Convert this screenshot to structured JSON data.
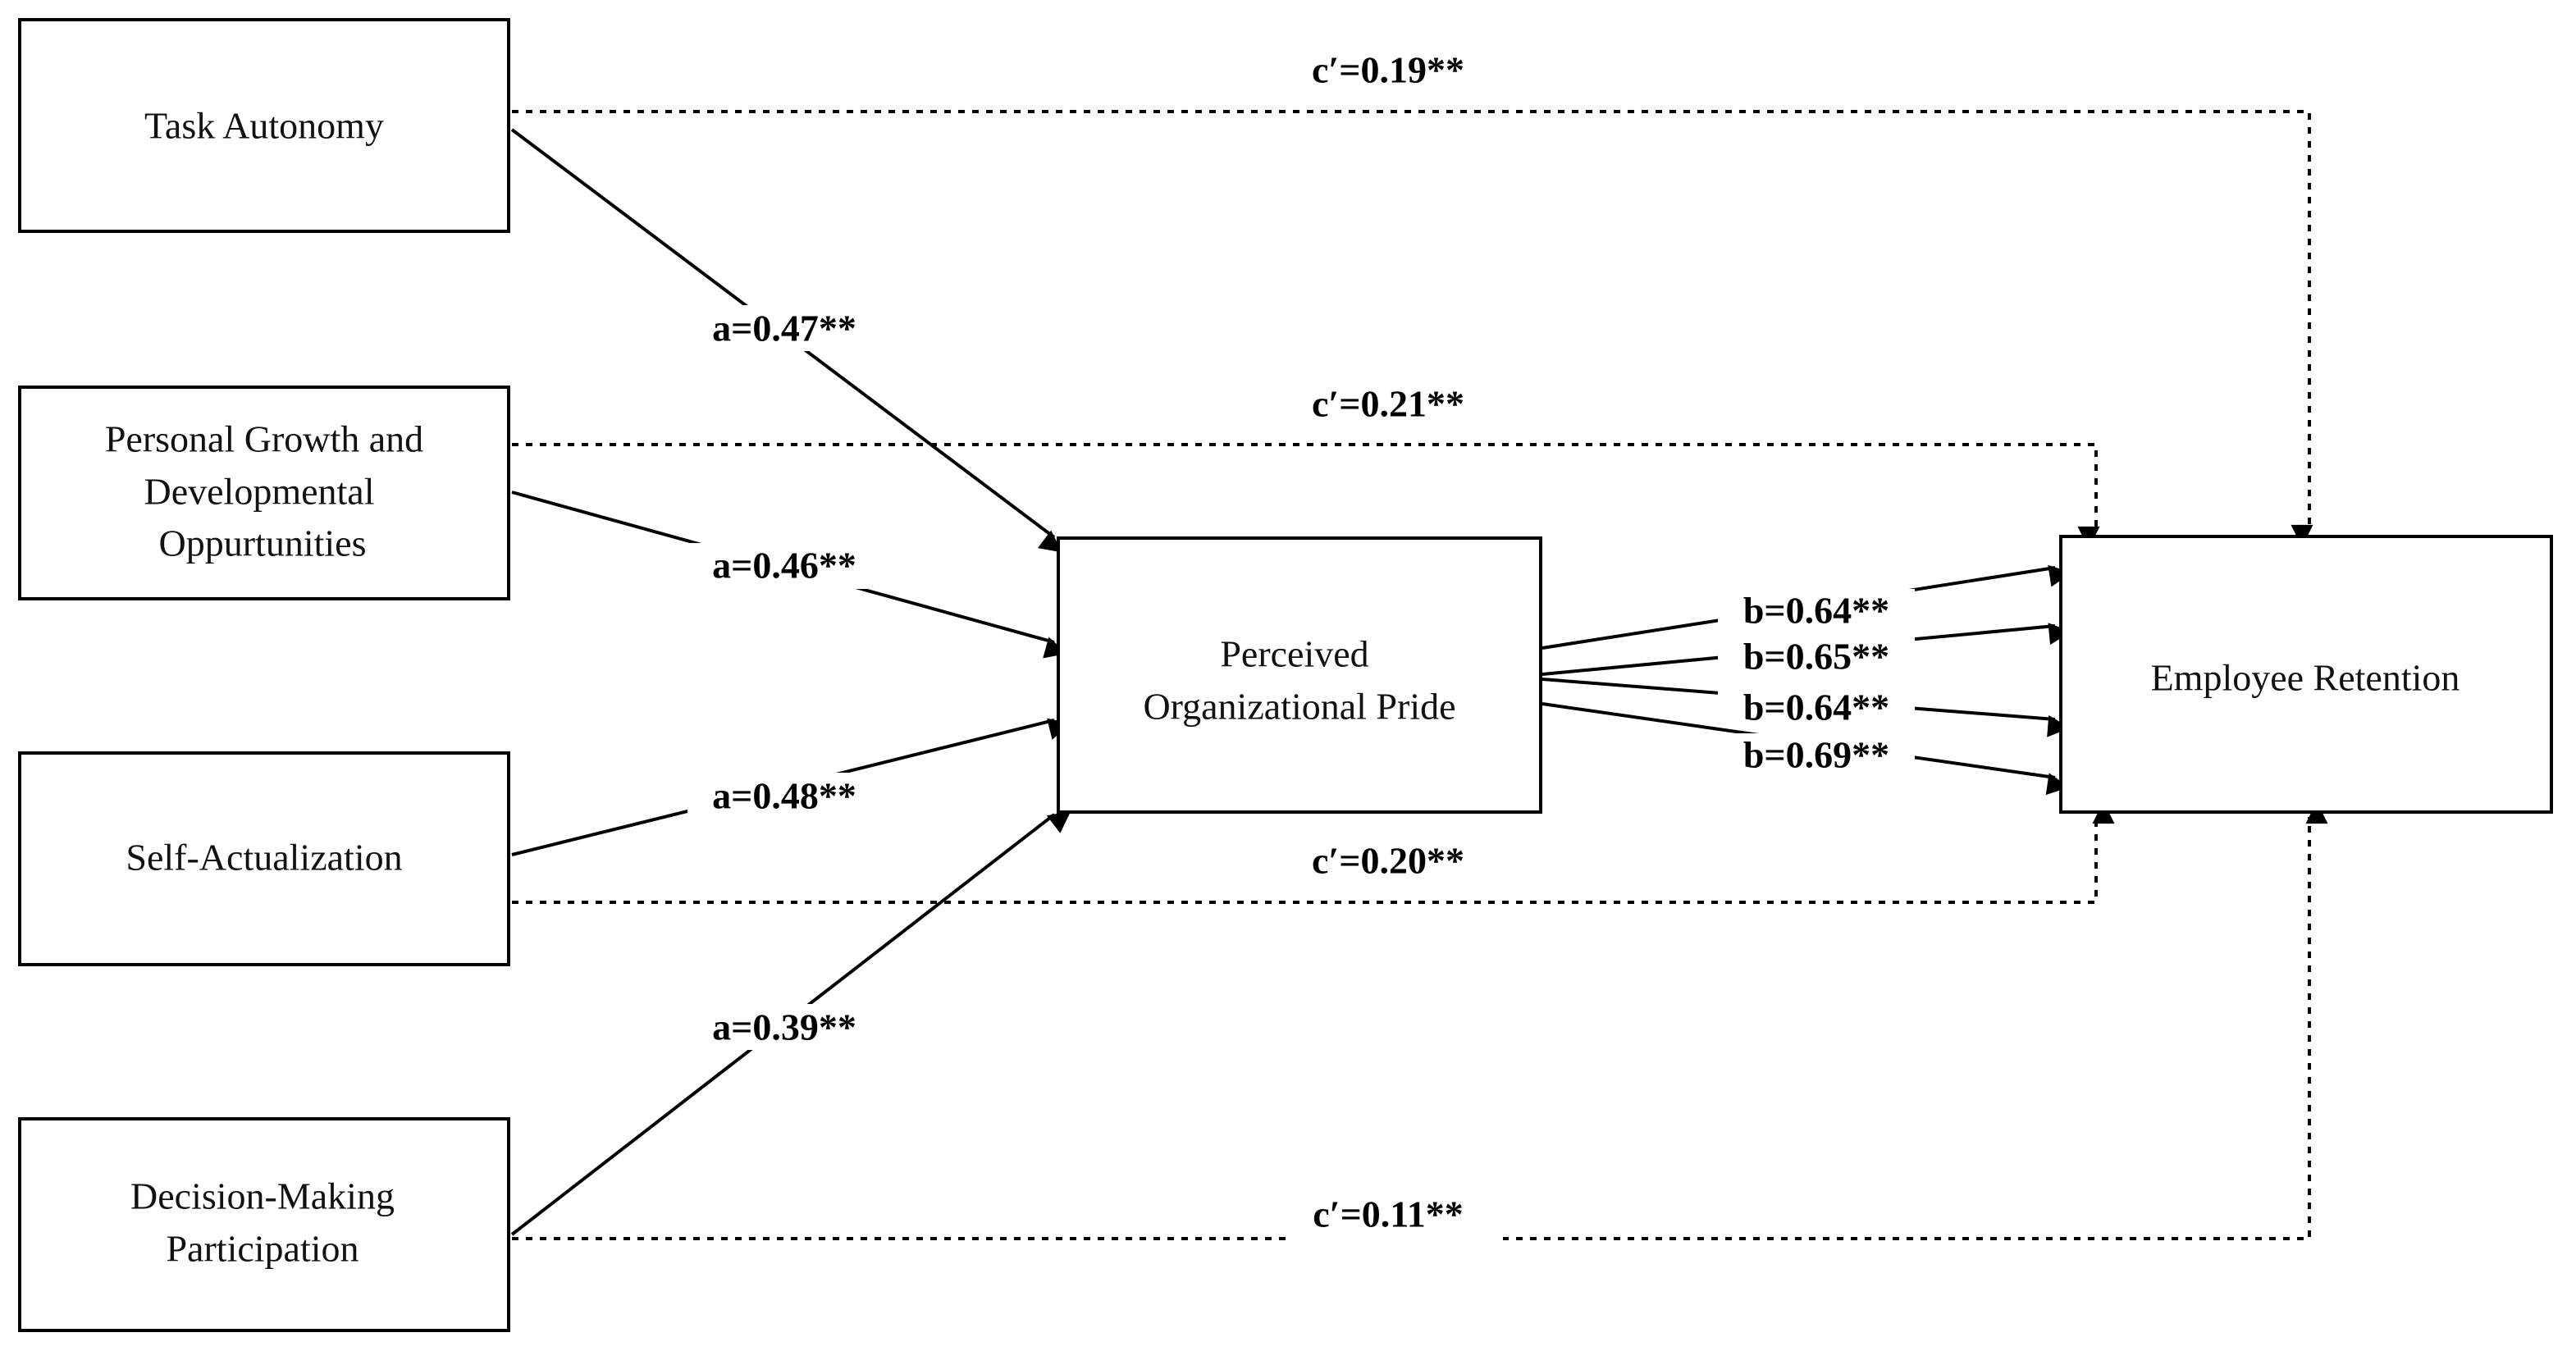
{
  "nodes": {
    "task_autonomy": [
      "Task Autonomy"
    ],
    "personal_growth": [
      "Personal Growth and",
      "Developmental",
      "Oppurtunities"
    ],
    "self_actualization": [
      "Self-Actualization"
    ],
    "decision_making": [
      "Decision-Making",
      "Participation"
    ],
    "pride": [
      "Perceived",
      "Organizational Pride"
    ],
    "retention": [
      "Employee Retention"
    ]
  },
  "paths": {
    "a": [
      "a=0.47**",
      "a=0.46**",
      "a=0.48**",
      "a=0.39**"
    ],
    "b": [
      "b=0.64**",
      "b=0.65**",
      "b=0.64**",
      "b=0.69**"
    ],
    "c_prime": [
      "c′=0.19**",
      "c′=0.21**",
      "c′=0.20**",
      "c′=0.11**"
    ]
  },
  "colors": {
    "line": "#000000",
    "text": "#111111",
    "background": "#ffffff"
  }
}
